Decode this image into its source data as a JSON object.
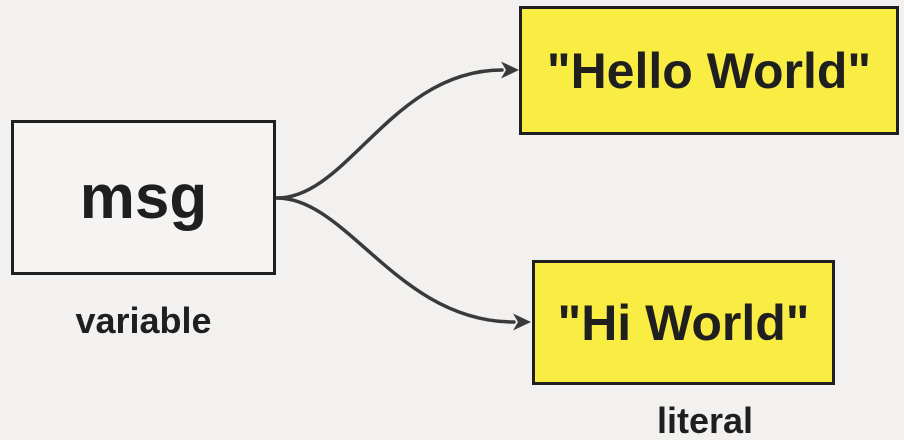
{
  "diagram": {
    "variable_node": {
      "text": "msg",
      "caption": "variable"
    },
    "literal_nodes": [
      {
        "text": "\"Hello World\""
      },
      {
        "text": "\"Hi World\""
      }
    ],
    "literal_caption": "literal",
    "arrows": [
      {
        "name": "msg-to-hello-world",
        "from": "msg",
        "to": "\"Hello World\""
      },
      {
        "name": "msg-to-hi-world",
        "from": "msg",
        "to": "\"Hi World\""
      }
    ]
  },
  "colors": {
    "background": "#f2f1ef",
    "node_fill": "#f5f4f2",
    "literal_fill": "#f9ed43",
    "border": "#1f1f1f",
    "arrow": "#3a3a3a",
    "text": "#1f1f1f"
  }
}
